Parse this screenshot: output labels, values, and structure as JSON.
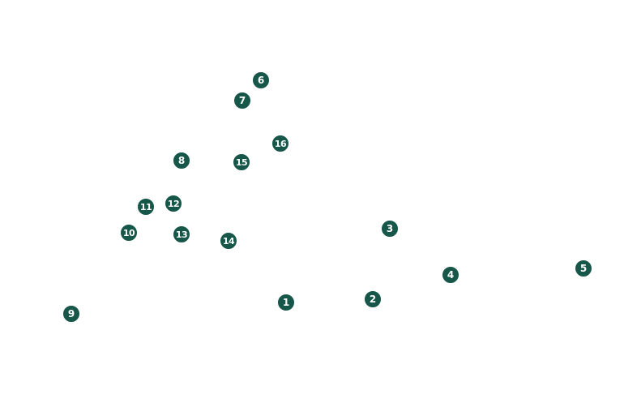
{
  "theme": {
    "marker_color": "#17574a",
    "marker_text_color": "#ffffff"
  },
  "markers": [
    {
      "label": "1"
    },
    {
      "label": "2"
    },
    {
      "label": "3"
    },
    {
      "label": "4"
    },
    {
      "label": "5"
    },
    {
      "label": "6"
    },
    {
      "label": "7"
    },
    {
      "label": "8"
    },
    {
      "label": "9"
    },
    {
      "label": "10"
    },
    {
      "label": "11"
    },
    {
      "label": "12"
    },
    {
      "label": "13"
    },
    {
      "label": "14"
    },
    {
      "label": "15"
    },
    {
      "label": "16"
    }
  ]
}
